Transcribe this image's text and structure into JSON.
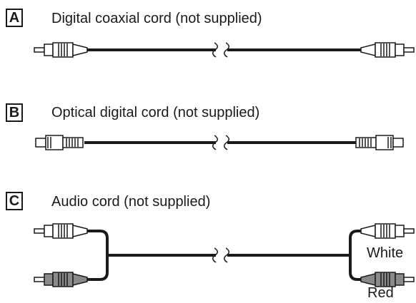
{
  "cords": [
    {
      "letter": "A",
      "title": "Digital coaxial cord (not supplied)",
      "type": "coaxial"
    },
    {
      "letter": "B",
      "title": "Optical digital cord (not supplied)",
      "type": "optical"
    },
    {
      "letter": "C",
      "title": "Audio cord (not supplied)",
      "type": "audio",
      "plug_labels": [
        "White",
        "Red"
      ]
    }
  ],
  "colors": {
    "line": "#1a1a1a",
    "white_plug": "#ffffff",
    "red_plug": "#8a8a8a"
  }
}
